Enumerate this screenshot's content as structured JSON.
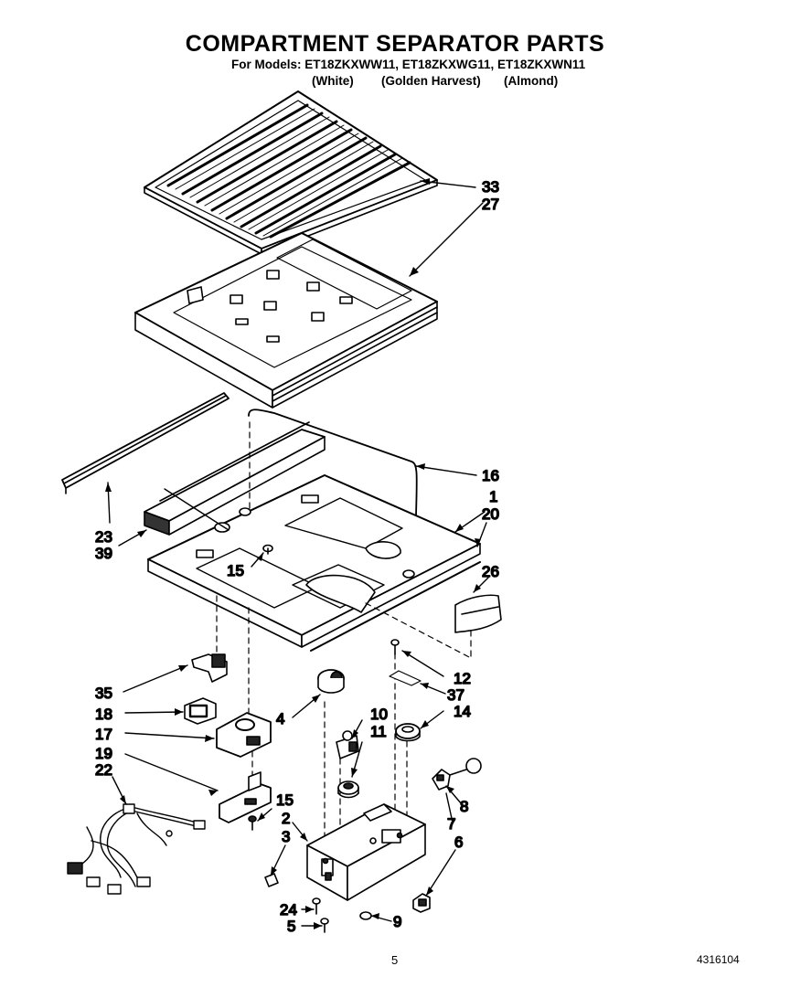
{
  "header": {
    "title": "COMPARTMENT SEPARATOR PARTS",
    "models_line": "For Models: ET18ZKXWW11, ET18ZKXWG11, ET18ZKXWN11",
    "colors": [
      "(White)",
      "(Golden Harvest)",
      "(Almond)"
    ]
  },
  "callouts": {
    "c33": "33",
    "c27": "27",
    "c16": "16",
    "c1": "1",
    "c20": "20",
    "c26": "26",
    "c23": "23",
    "c39": "39",
    "c15a": "15",
    "c35": "35",
    "c18": "18",
    "c17": "17",
    "c19": "19",
    "c22": "22",
    "c4": "4",
    "c12": "12",
    "c37": "37",
    "c14": "14",
    "c10": "10",
    "c11": "11",
    "c8": "8",
    "c7": "7",
    "c6": "6",
    "c15b": "15",
    "c2": "2",
    "c3": "3",
    "c24": "24",
    "c5": "5",
    "c9": "9"
  },
  "footer": {
    "page_number": "5",
    "doc_number": "4316104"
  }
}
